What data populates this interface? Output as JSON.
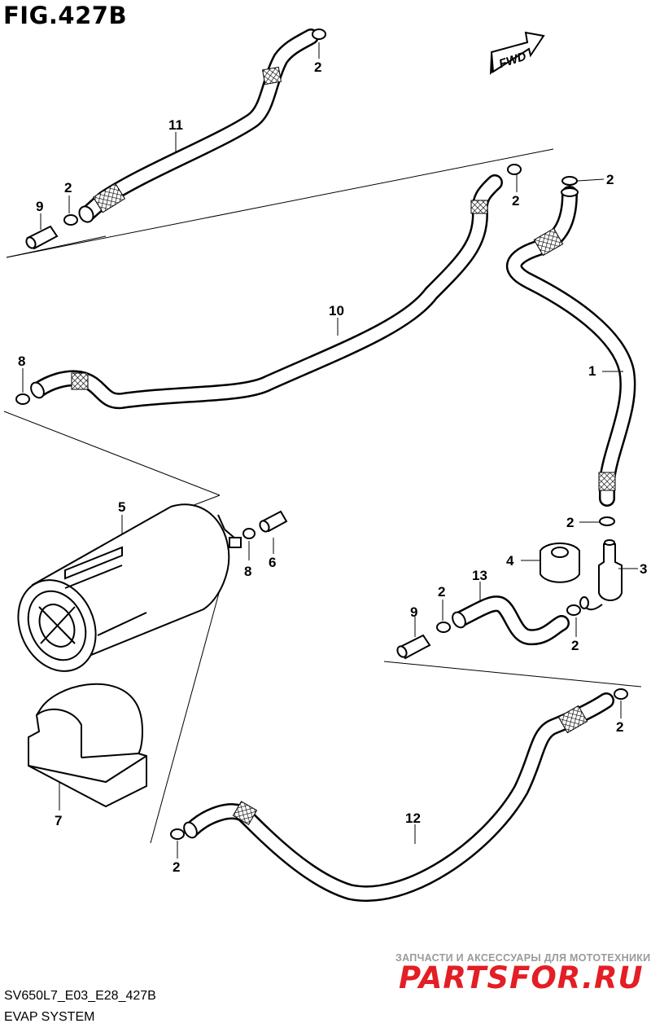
{
  "figure": {
    "title": "FIG.427B",
    "model_code": "SV650L7_E03_E28_427B",
    "caption": "EVAP SYSTEM",
    "forward_badge": "FWD"
  },
  "callouts": [
    "2",
    "11",
    "2",
    "9",
    "2",
    "2",
    "10",
    "8",
    "1",
    "5",
    "2",
    "4",
    "3",
    "6",
    "8",
    "13",
    "2",
    "9",
    "2",
    "2",
    "7",
    "12",
    "2"
  ],
  "watermark": {
    "tagline": "ЗАПЧАСТИ И АКСЕССУАРЫ ДЛЯ МОТОТЕХНИКИ",
    "brand": "PARTSFOR.RU",
    "brand_color": "#e31e24"
  }
}
